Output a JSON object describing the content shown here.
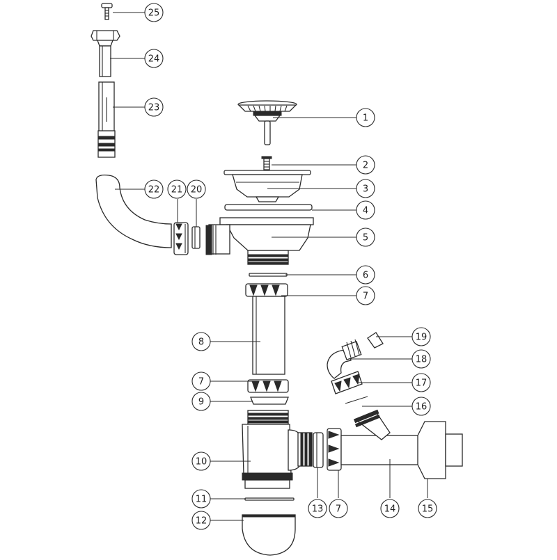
{
  "callouts": [
    {
      "id": "c25",
      "label": "25"
    },
    {
      "id": "c24",
      "label": "24"
    },
    {
      "id": "c23",
      "label": "23"
    },
    {
      "id": "c1",
      "label": "1"
    },
    {
      "id": "c2",
      "label": "2"
    },
    {
      "id": "c3",
      "label": "3"
    },
    {
      "id": "c22",
      "label": "22"
    },
    {
      "id": "c21",
      "label": "21"
    },
    {
      "id": "c20",
      "label": "20"
    },
    {
      "id": "c4",
      "label": "4"
    },
    {
      "id": "c5",
      "label": "5"
    },
    {
      "id": "c6",
      "label": "6"
    },
    {
      "id": "c7a",
      "label": "7"
    },
    {
      "id": "c19",
      "label": "19"
    },
    {
      "id": "c8",
      "label": "8"
    },
    {
      "id": "c18",
      "label": "18"
    },
    {
      "id": "c7b",
      "label": "7"
    },
    {
      "id": "c17",
      "label": "17"
    },
    {
      "id": "c9",
      "label": "9"
    },
    {
      "id": "c16",
      "label": "16"
    },
    {
      "id": "c10",
      "label": "10"
    },
    {
      "id": "c11",
      "label": "11"
    },
    {
      "id": "c12",
      "label": "12"
    },
    {
      "id": "c13",
      "label": "13"
    },
    {
      "id": "c7c",
      "label": "7"
    },
    {
      "id": "c14",
      "label": "14"
    },
    {
      "id": "c15",
      "label": "15"
    }
  ]
}
